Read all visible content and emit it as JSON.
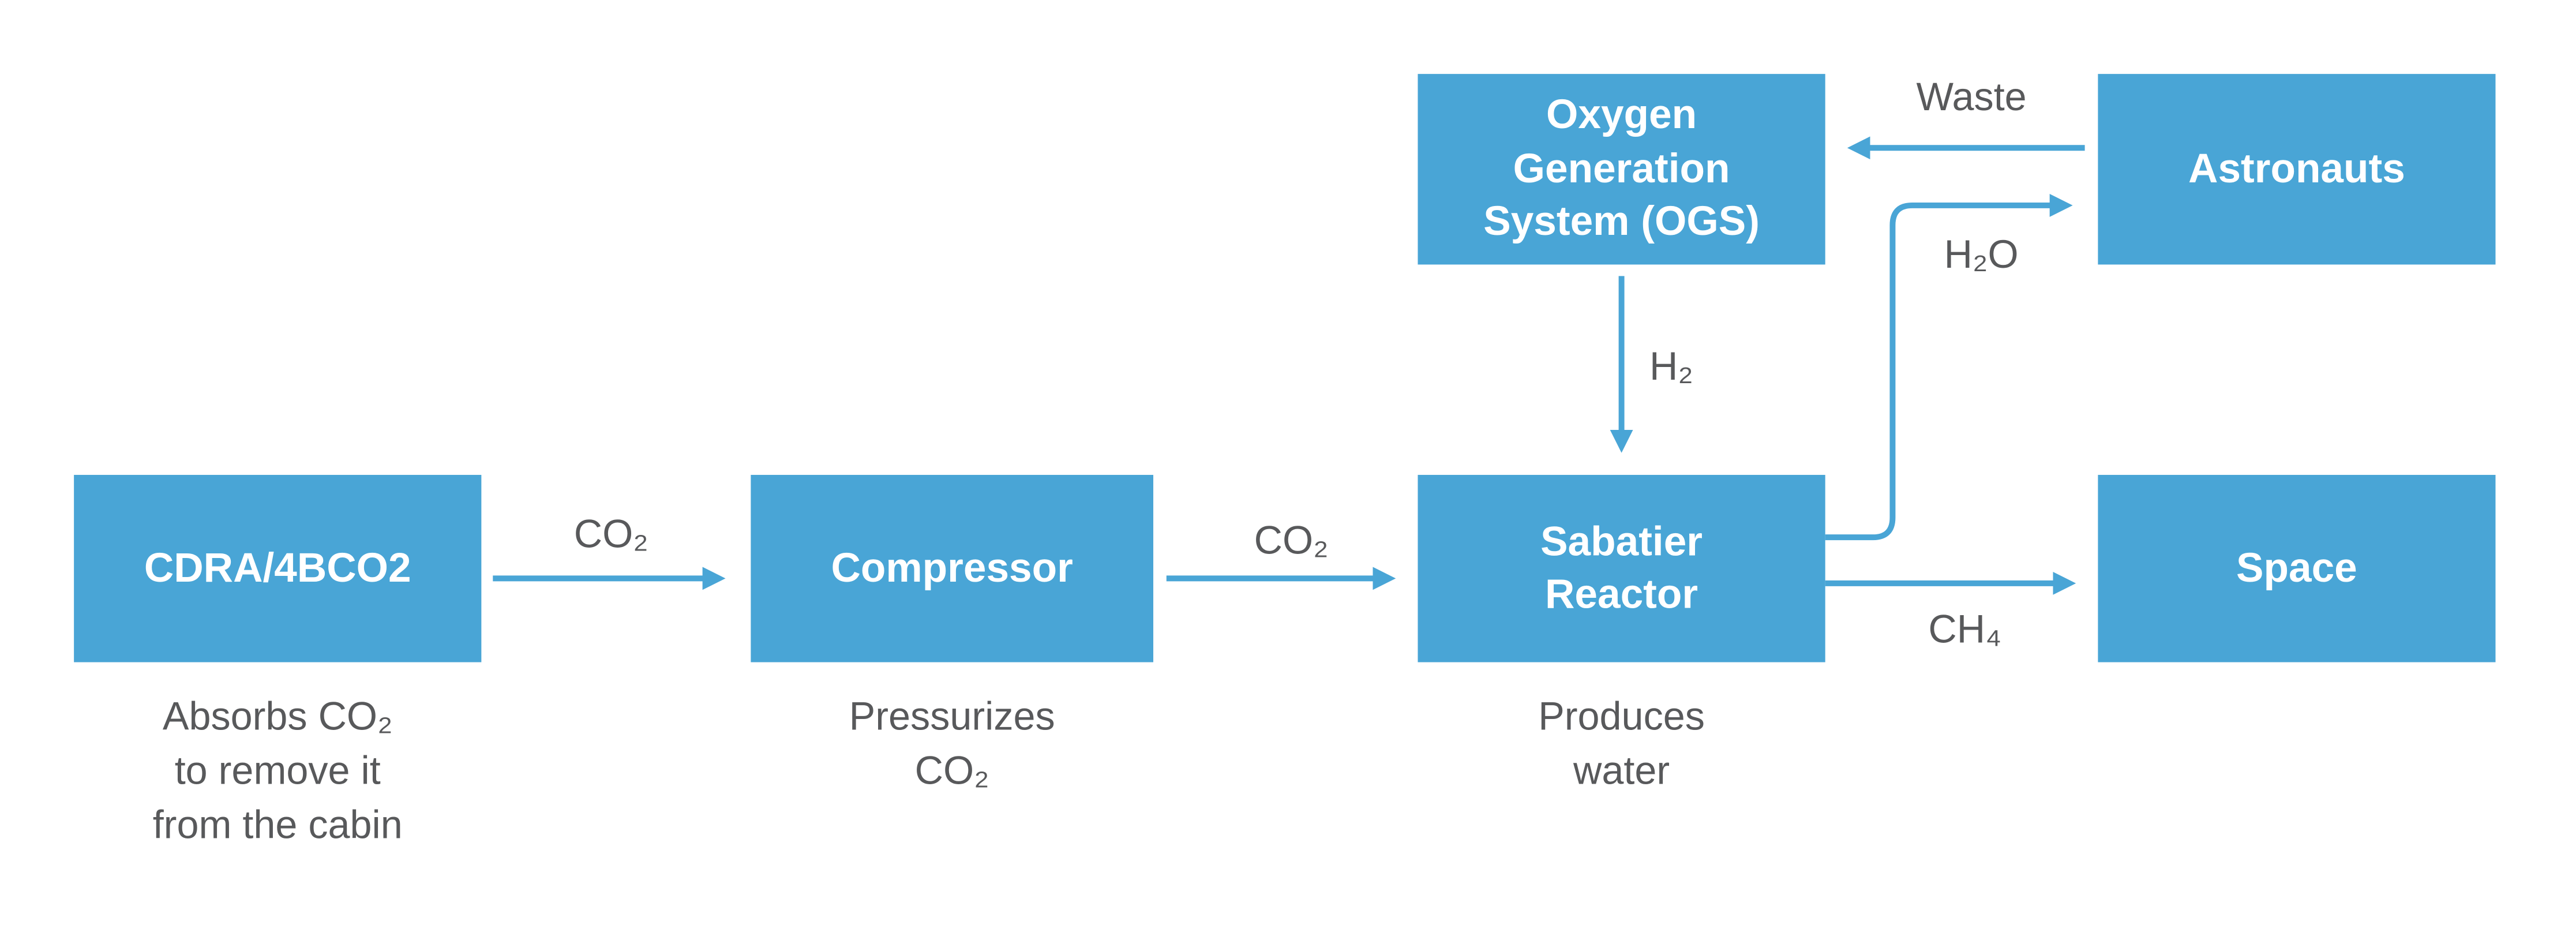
{
  "colors": {
    "box": "#49A5D6",
    "arrow": "#49A5D6",
    "text": "#58595B"
  },
  "nodes": {
    "cdra": {
      "label": "CDRA/4BCO2",
      "caption": "Absorbs CO₂\nto remove it\nfrom the cabin"
    },
    "compressor": {
      "label": "Compressor",
      "caption": "Pressurizes\nCO₂"
    },
    "sabatier": {
      "label": "Sabatier\nReactor",
      "caption": "Produces\nwater"
    },
    "ogs": {
      "label": "Oxygen\nGeneration\nSystem (OGS)"
    },
    "astronauts": {
      "label": "Astronauts"
    },
    "space": {
      "label": "Space"
    }
  },
  "edges": {
    "cdra_to_compressor": {
      "label": "CO₂"
    },
    "compressor_to_sabatier": {
      "label": "CO₂"
    },
    "ogs_to_sabatier": {
      "label": "H₂"
    },
    "astronauts_to_ogs": {
      "label": "Waste"
    },
    "sabatier_to_astronauts": {
      "label": "H₂O"
    },
    "sabatier_to_space": {
      "label": "CH₄"
    }
  }
}
